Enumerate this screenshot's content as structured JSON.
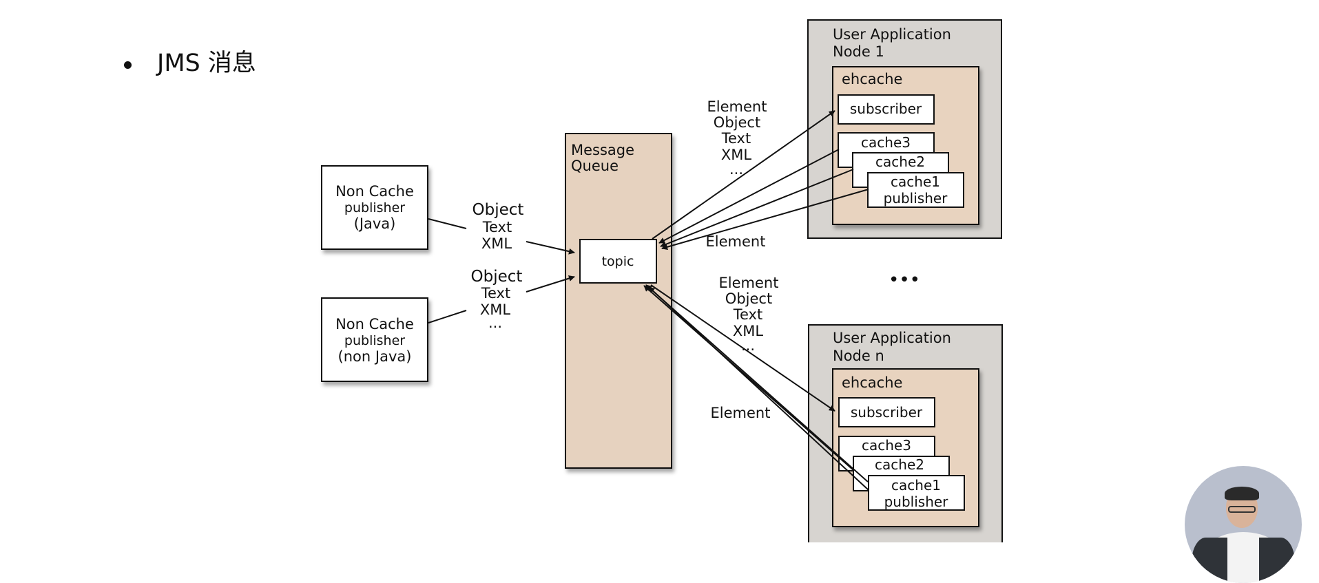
{
  "slide": {
    "title": "JMS 消息"
  },
  "diagram": {
    "publishers": [
      {
        "line1": "Non Cache",
        "line2": "publisher",
        "line3": "(Java)"
      },
      {
        "line1": "Non Cache",
        "line2": "publisher",
        "line3": "(non Java)"
      }
    ],
    "message_queue": {
      "line1": "Message",
      "line2": "Queue",
      "topic": "topic"
    },
    "labels": {
      "pub1": [
        "Object",
        "Text",
        "XML"
      ],
      "pub2": [
        "Object",
        "Text",
        "XML",
        "..."
      ],
      "to_node1": [
        "Element",
        "Object",
        "Text",
        "XML",
        "..."
      ],
      "from_node1": "Element",
      "to_noden": [
        "Element",
        "Object",
        "Text",
        "XML",
        "..."
      ],
      "from_noden": "Element",
      "ellipsis": "•••"
    },
    "nodes": [
      {
        "title1": "User Application",
        "title2": "Node 1",
        "ehcache": "ehcache",
        "subscriber": "subscriber",
        "cache3": "cache3",
        "cache2": "cache2",
        "cache1": "cache1",
        "cache1_sub": "publisher"
      },
      {
        "title1": "User Application",
        "title2": "Node n",
        "ehcache": "ehcache",
        "subscriber": "subscriber",
        "cache3": "cache3",
        "cache2": "cache2",
        "cache1": "cache1",
        "cache1_sub": "publisher"
      }
    ],
    "colors": {
      "queue_fill": "#e6d2bf",
      "node_fill": "#d7d4d0",
      "ehcache_fill": "#e8d3bf",
      "box_fill": "#ffffff"
    }
  }
}
